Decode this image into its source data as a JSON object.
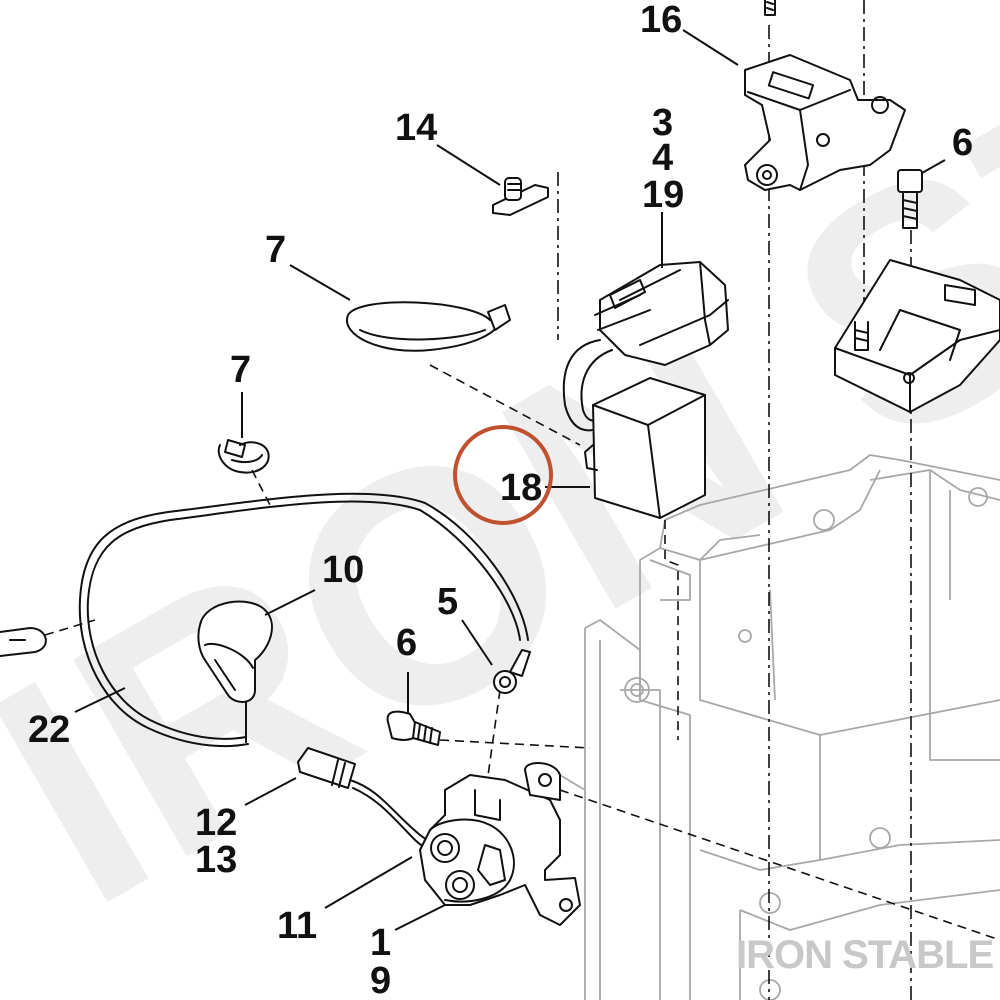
{
  "watermark": {
    "text": "IRON ST"
  },
  "brand": {
    "text": "IRON STABLE"
  },
  "highlight": {
    "color": "#c0512f",
    "target": "18"
  },
  "callouts": {
    "c16": "16",
    "c14": "14",
    "c3": "3",
    "c4": "4",
    "c19": "19",
    "c6a": "6",
    "c7a": "7",
    "c7b": "7",
    "c18": "18",
    "c10": "10",
    "c5": "5",
    "c6b": "6",
    "c22": "22",
    "c12": "12",
    "c13": "13",
    "c11": "11",
    "c1": "1",
    "c9": "9"
  }
}
